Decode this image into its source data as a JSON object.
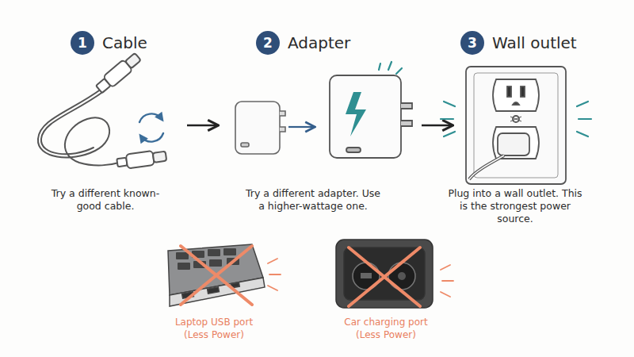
{
  "diagram": {
    "nodes": [
      {
        "text": [
          "1",
          "Cable"
        ]
      },
      {
        "text": [
          "2",
          "Adapter"
        ]
      },
      {
        "text": [
          "3",
          "Wall outlet"
        ]
      }
    ],
    "labels": [
      "Try a different known-good cable.",
      "Try a different adapter. Use a higher-wattage one.",
      "Plug into a wall outlet. This is the strongest power source.",
      "Laptop USB port (Less Power)",
      "Car charging port (Less Power)"
    ]
  }
}
